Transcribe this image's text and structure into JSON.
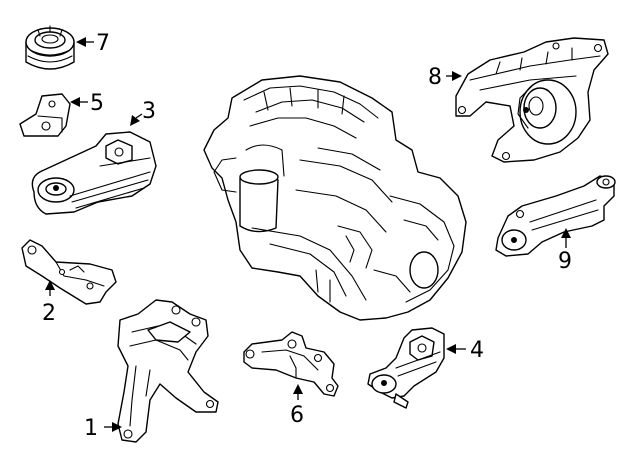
{
  "colors": {
    "line": "#000000",
    "background": "#ffffff"
  },
  "callouts": {
    "c1": "1",
    "c2": "2",
    "c3": "3",
    "c4": "4",
    "c5": "5",
    "c6": "6",
    "c7": "7",
    "c8": "8",
    "c9": "9"
  }
}
